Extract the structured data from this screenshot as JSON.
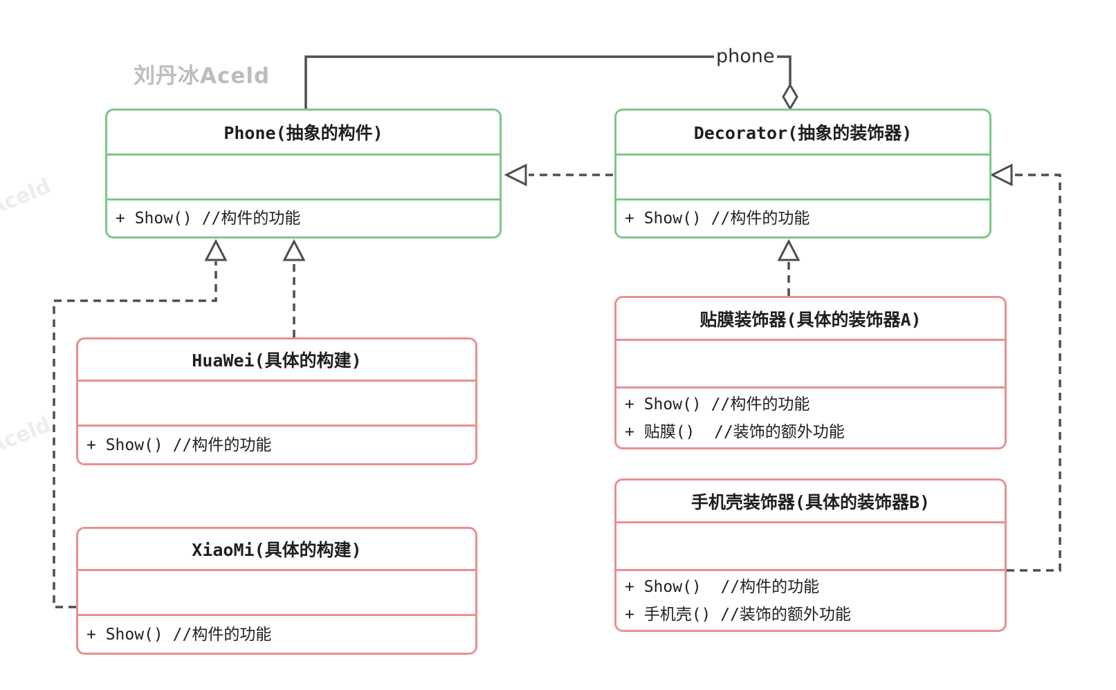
{
  "watermark": {
    "main": "刘丹冰Aceld",
    "side": "Aceld"
  },
  "relations": {
    "aggregation_label": "phone"
  },
  "classes": {
    "phone": {
      "title": "Phone(抽象的构件)",
      "methods": [
        "+ Show() //构件的功能"
      ]
    },
    "decorator": {
      "title": "Decorator(抽象的装饰器)",
      "methods": [
        "+ Show() //构件的功能"
      ]
    },
    "huawei": {
      "title": "HuaWei(具体的构建)",
      "methods": [
        "+ Show() //构件的功能"
      ]
    },
    "xiaomi": {
      "title": "XiaoMi(具体的构建)",
      "methods": [
        "+ Show() //构件的功能"
      ]
    },
    "decorator_a": {
      "title": "贴膜装饰器(具体的装饰器A)",
      "methods": [
        "+ Show() //构件的功能",
        "+ 贴膜()  //装饰的额外功能"
      ]
    },
    "decorator_b": {
      "title": "手机壳装饰器(具体的装饰器B)",
      "methods": [
        "+ Show()  //构件的功能",
        "+ 手机壳() //装饰的额外功能"
      ]
    }
  },
  "colors": {
    "abstract_border": "#7ec787",
    "concrete_border": "#e98f8f",
    "line": "#4d4d4d",
    "watermark": "#bdbdbd",
    "text": "#1f1f1f"
  }
}
